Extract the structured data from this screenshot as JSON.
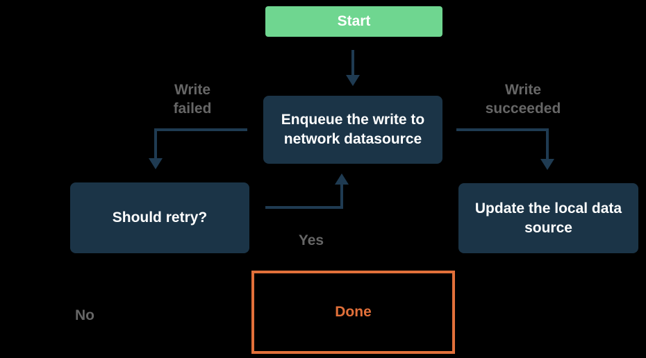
{
  "diagram": {
    "title": "offline-first write flowchart",
    "nodes": {
      "start": {
        "label": "Start"
      },
      "enqueue": {
        "label": "Enqueue the write to\nnetwork datasource"
      },
      "retry": {
        "label": "Should retry?"
      },
      "update": {
        "label": "Update the local data\nsource"
      },
      "done": {
        "label": "Done"
      }
    },
    "edge_labels": {
      "write_failed": "Write\nfailed",
      "write_succeeded": "Write\nsucceeded",
      "yes": "Yes",
      "no": "No"
    },
    "edges": [
      {
        "from": "start",
        "to": "enqueue",
        "label": ""
      },
      {
        "from": "enqueue",
        "to": "retry",
        "label": "Write failed"
      },
      {
        "from": "enqueue",
        "to": "update",
        "label": "Write succeeded"
      },
      {
        "from": "retry",
        "to": "enqueue",
        "label": "Yes"
      }
    ]
  },
  "colors": {
    "background": "#000000",
    "node-green": "#6FD690",
    "node-navy": "#1B3447",
    "arrow": "#1F3B52",
    "label-gray": "#666666",
    "accent-orange": "#E2703A",
    "text-white": "#FFFFFF"
  }
}
